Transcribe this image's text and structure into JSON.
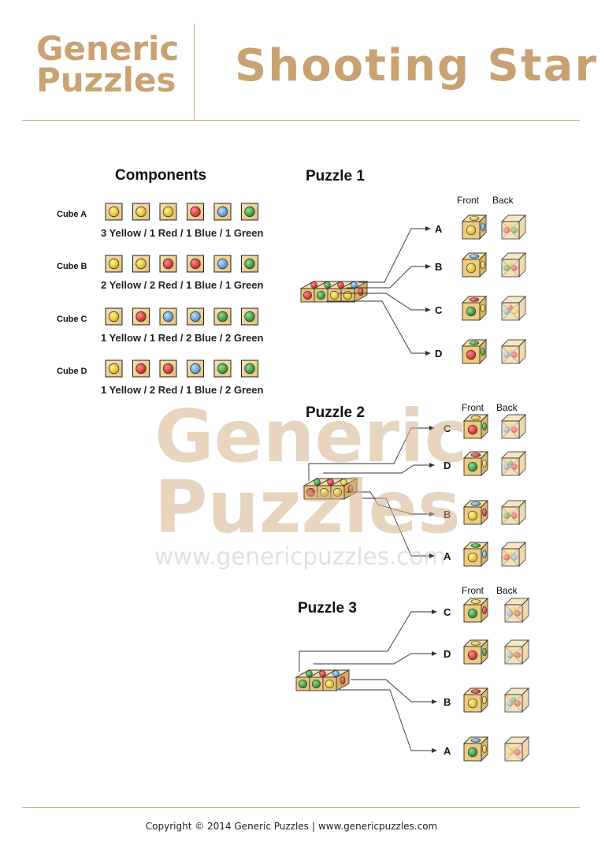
{
  "header": {
    "brand_line1": "Generic",
    "brand_line2": "Puzzles",
    "title": "Shooting Star"
  },
  "components": {
    "heading": "Components",
    "cubes": [
      {
        "label": "Cube A",
        "faces": [
          "yellow",
          "yellow",
          "yellow",
          "red",
          "blue",
          "green"
        ],
        "summary": "3 Yellow / 1 Red / 1 Blue / 1 Green"
      },
      {
        "label": "Cube B",
        "faces": [
          "yellow",
          "yellow",
          "red",
          "red",
          "blue",
          "green"
        ],
        "summary": "2 Yellow / 2 Red / 1 Blue / 1 Green"
      },
      {
        "label": "Cube C",
        "faces": [
          "yellow",
          "red",
          "blue",
          "blue",
          "green",
          "green"
        ],
        "summary": "1 Yellow / 1 Red / 2 Blue / 2 Green"
      },
      {
        "label": "Cube D",
        "faces": [
          "yellow",
          "red",
          "red",
          "blue",
          "green",
          "green"
        ],
        "summary": "1 Yellow / 2 Red / 1 Blue / 2 Green"
      }
    ]
  },
  "puzzles": [
    {
      "title": "Puzzle 1",
      "front_label": "Front",
      "back_label": "Back",
      "rows": [
        "A",
        "B",
        "C",
        "D"
      ]
    },
    {
      "title": "Puzzle 2",
      "front_label": "Front",
      "back_label": "Back",
      "rows": [
        "C",
        "D",
        "B",
        "A"
      ]
    },
    {
      "title": "Puzzle 3",
      "front_label": "Front",
      "back_label": "Back",
      "rows": [
        "C",
        "D",
        "B",
        "A"
      ]
    }
  ],
  "watermark": {
    "line1": "Generic",
    "line2": "Puzzles",
    "url": "www.genericpuzzles.com"
  },
  "footer": {
    "copyright": "Copyright © 2014 Generic Puzzles",
    "separator": "|",
    "website": "www.genericpuzzles.com"
  },
  "colors": {
    "brand": "#c9a273",
    "yellow": "#e8c41a",
    "red": "#d8262b",
    "blue": "#4b9be0",
    "green": "#2f9a3c",
    "cube_face": "#f2d89a"
  }
}
